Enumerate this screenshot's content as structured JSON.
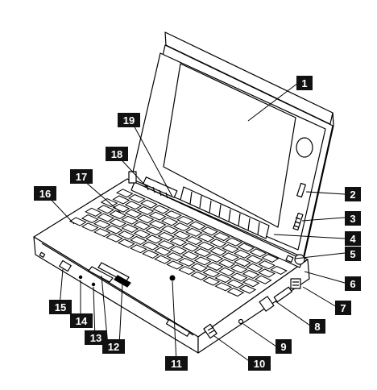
{
  "callouts": [
    {
      "num": "1"
    },
    {
      "num": "2"
    },
    {
      "num": "3"
    },
    {
      "num": "4"
    },
    {
      "num": "5"
    },
    {
      "num": "6"
    },
    {
      "num": "7"
    },
    {
      "num": "8"
    },
    {
      "num": "9"
    },
    {
      "num": "10"
    },
    {
      "num": "11"
    },
    {
      "num": "12"
    },
    {
      "num": "13"
    },
    {
      "num": "14"
    },
    {
      "num": "15"
    },
    {
      "num": "16"
    },
    {
      "num": "17"
    },
    {
      "num": "18"
    },
    {
      "num": "19"
    }
  ],
  "colors": {
    "ink": "#000000",
    "paper": "#ffffff",
    "label_bg": "#111111"
  }
}
